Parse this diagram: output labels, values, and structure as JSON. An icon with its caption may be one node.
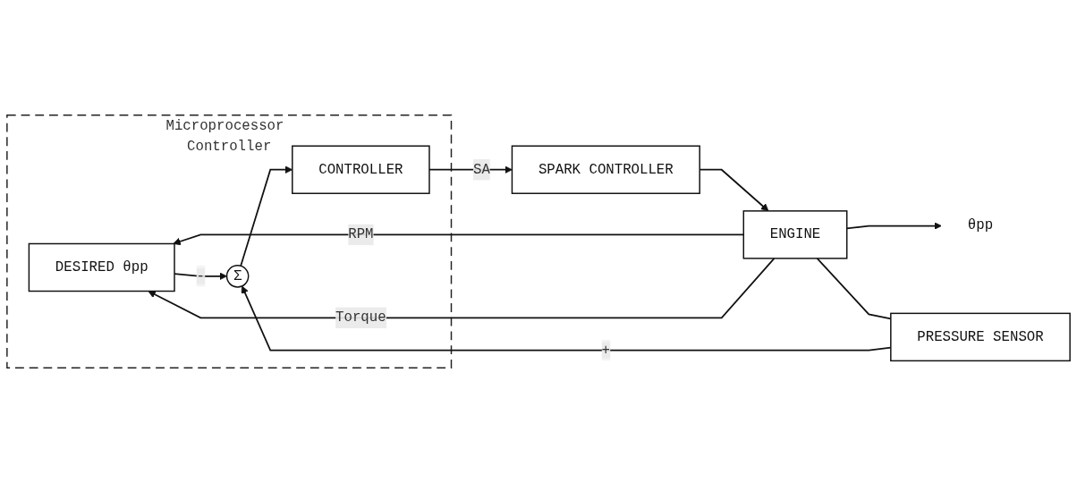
{
  "diagram": {
    "nodes": [
      {
        "text": [
          "Microprocessor Controller"
        ]
      },
      {
        "text": [
          "DESIRED θpp"
        ],
        "in": 0
      },
      {
        "text": [
          "Σ"
        ],
        "in": 0
      },
      {
        "text": [
          "CONTROLLER"
        ],
        "in": 0
      },
      {
        "text": [
          "SPARK CONTROLLER"
        ]
      },
      {
        "text": [
          "ENGINE"
        ]
      },
      {
        "text": [
          "θpp"
        ]
      },
      {
        "text": [
          "PRESSURE SENSOR"
        ]
      }
    ],
    "edges": [
      {
        "from": 5,
        "to": 1,
        "arrow": "to",
        "label": "RPM"
      },
      {
        "from": 5,
        "to": 1,
        "arrow": "to",
        "label": "Torque"
      },
      {
        "from": 1,
        "to": 2,
        "arrow": "to",
        "label": "-"
      },
      {
        "from": 2,
        "to": 3,
        "arrow": "to"
      },
      {
        "from": 3,
        "to": 4,
        "arrow": "to",
        "label": "SA"
      },
      {
        "from": 4,
        "to": 5,
        "arrow": "to"
      },
      {
        "from": 5,
        "to": 6,
        "arrow": "to"
      },
      {
        "from": 5,
        "to": 7,
        "arrow": "none"
      },
      {
        "from": 7,
        "to": 2,
        "arrow": "to",
        "label": "+"
      }
    ]
  }
}
